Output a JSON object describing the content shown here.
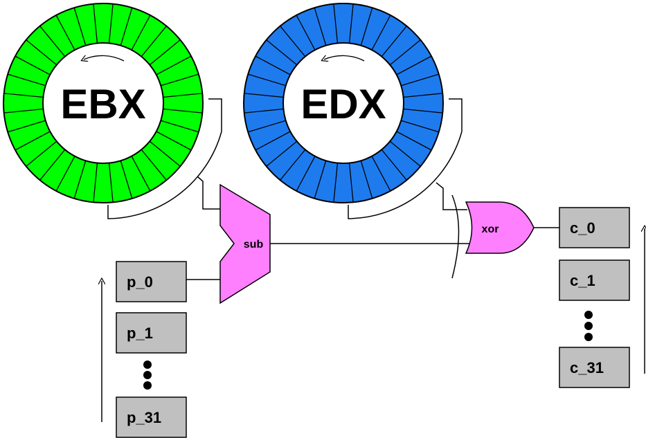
{
  "registers": [
    {
      "id": "ebx",
      "label": "EBX",
      "color": "#00ff00",
      "segments": 32
    },
    {
      "id": "edx",
      "label": "EDX",
      "color": "#1e7bee",
      "segments": 32
    }
  ],
  "operations": {
    "sub": {
      "label": "sub",
      "color": "#ff80ff"
    },
    "xor": {
      "label": "xor",
      "color": "#ff80ff"
    }
  },
  "plaintext_blocks": {
    "items": [
      "p_0",
      "p_1",
      "p_31"
    ],
    "ellipsis": "vertical-dots",
    "box_color": "#c0c0c0"
  },
  "ciphertext_blocks": {
    "items": [
      "c_0",
      "c_1",
      "c_31"
    ],
    "ellipsis": "vertical-dots",
    "box_color": "#c0c0c0"
  },
  "icons": {
    "rotation": "counterclockwise-arrow-icon",
    "flow": "up-arrow-icon"
  }
}
